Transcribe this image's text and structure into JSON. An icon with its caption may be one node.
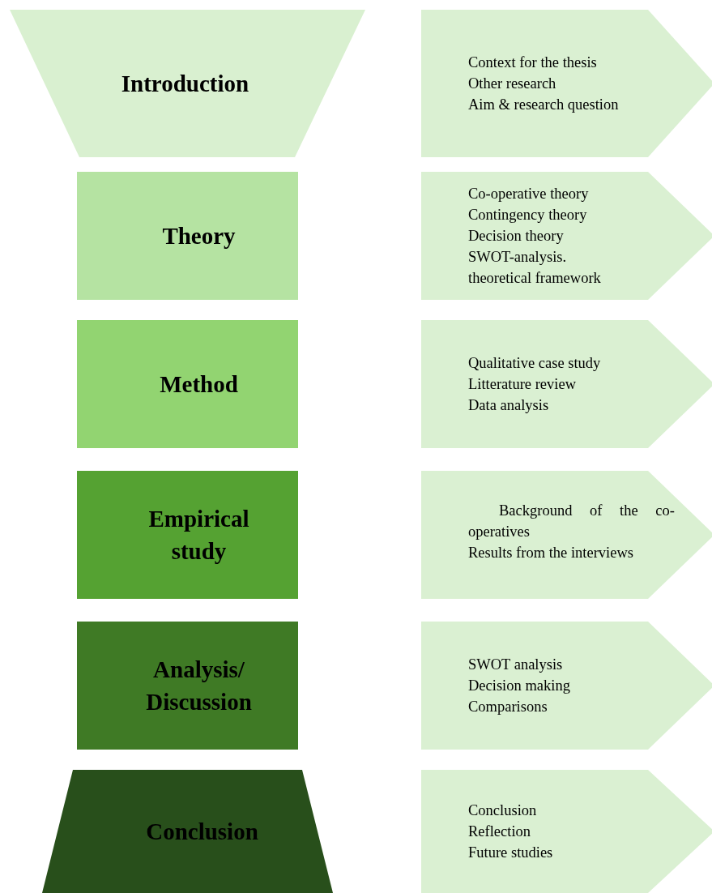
{
  "diagram": {
    "nodes": [
      {
        "text": [
          "Introduction"
        ]
      },
      {
        "text": [
          "Context for the thesis",
          "Other research",
          "Aim & research question"
        ]
      },
      {
        "text": [
          "Theory"
        ]
      },
      {
        "text": [
          "Co-operative theory",
          "Contingency theory",
          "Decision theory",
          "SWOT-analysis.",
          "theoretical framework"
        ]
      },
      {
        "text": [
          "Method"
        ]
      },
      {
        "text": [
          "Qualitative case study",
          "Litterature review",
          "Data analysis"
        ]
      },
      {
        "text": [
          "Empirical study"
        ]
      },
      {
        "text": [
          "Background of the co-operatives",
          "Results from the interviews"
        ]
      },
      {
        "text": [
          "Analysis/ Discussion"
        ]
      },
      {
        "text": [
          "SWOT analysis",
          "Decision making",
          "Comparisons"
        ]
      },
      {
        "text": [
          "Conclusion"
        ]
      },
      {
        "text": [
          "Conclusion",
          "Reflection",
          "Future studies"
        ]
      }
    ]
  }
}
